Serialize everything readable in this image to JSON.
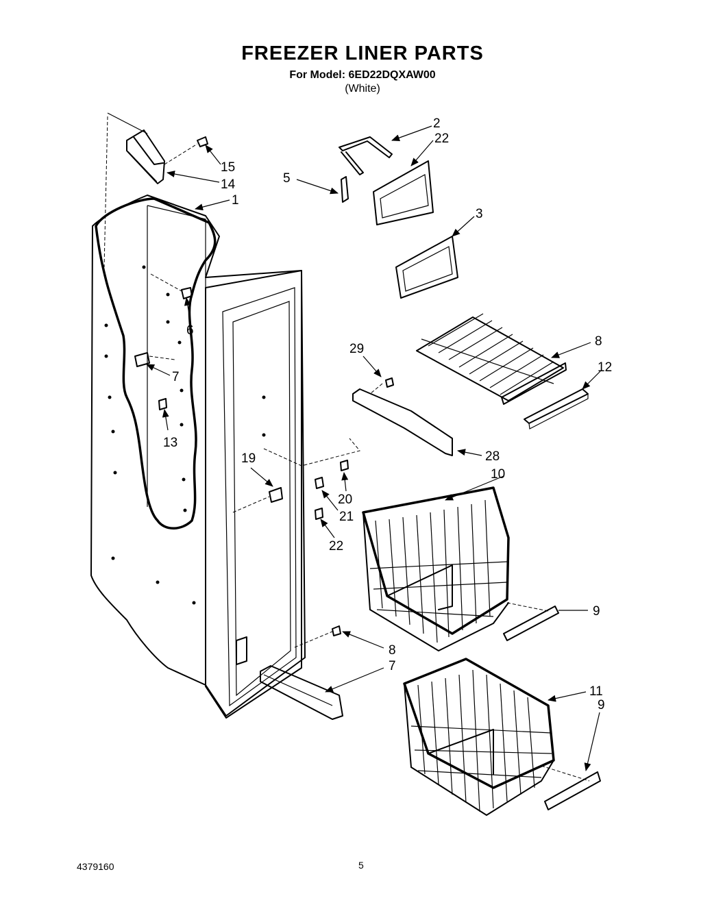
{
  "header": {
    "title": "FREEZER LINER PARTS",
    "model_line": "For Model: 6ED22DQXAW00",
    "color_line": "(White)"
  },
  "footer": {
    "doc_number": "4379160",
    "page_number": "5"
  },
  "callouts": {
    "c1": "1",
    "c2": "2",
    "c3": "3",
    "c5": "5",
    "c6": "6",
    "c7a": "7",
    "c7b": "7",
    "c8a": "8",
    "c8b": "8",
    "c9a": "9",
    "c9b": "9",
    "c10": "10",
    "c11": "11",
    "c12": "12",
    "c13": "13",
    "c14": "14",
    "c15": "15",
    "c19": "19",
    "c20": "20",
    "c21": "21",
    "c22a": "22",
    "c22b": "22",
    "c28": "28",
    "c29": "29"
  }
}
